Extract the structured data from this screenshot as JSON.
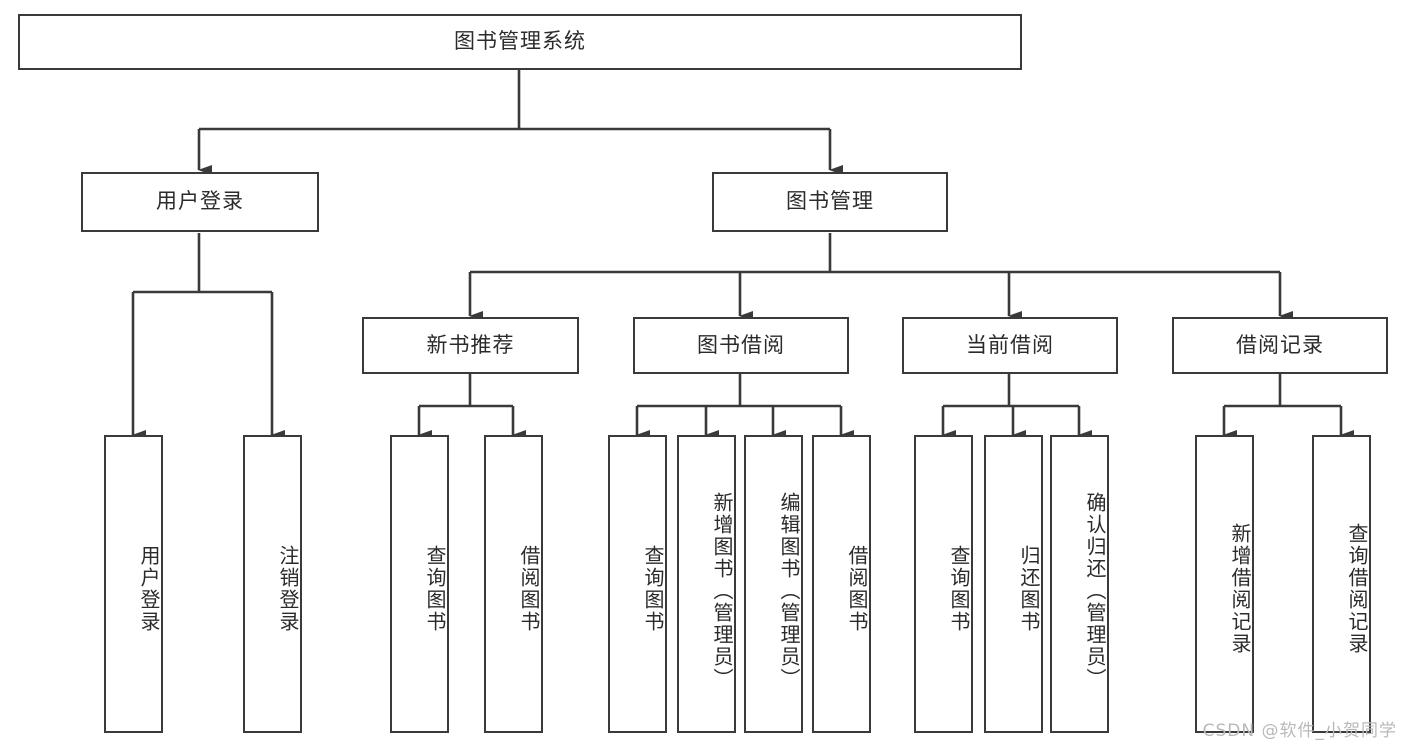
{
  "diagram": {
    "title": "图书管理系统",
    "type": "tree-hierarchy",
    "watermark": "CSDN @软件_小贺同学",
    "colors": {
      "stroke": "#3a3a3a",
      "text": "#2b2b2b",
      "background": "#ffffff",
      "watermark": "#b9b9b9"
    },
    "nodes": {
      "root": {
        "label": "图书管理系统"
      },
      "level2": [
        {
          "id": "user-login",
          "label": "用户登录"
        },
        {
          "id": "book-manage",
          "label": "图书管理"
        }
      ],
      "level3": [
        {
          "id": "new-book-recommend",
          "label": "新书推荐"
        },
        {
          "id": "book-borrow",
          "label": "图书借阅"
        },
        {
          "id": "current-borrow",
          "label": "当前借阅"
        },
        {
          "id": "borrow-record",
          "label": "借阅记录"
        }
      ],
      "leaves": {
        "user_login": [
          {
            "id": "leaf-user-login",
            "label": "用户登录"
          },
          {
            "id": "leaf-logout-login",
            "label": "注销登录"
          }
        ],
        "new_book_recommend": [
          {
            "id": "leaf-query-book-1",
            "label": "查询图书"
          },
          {
            "id": "leaf-borrow-book-1",
            "label": "借阅图书"
          }
        ],
        "book_borrow": [
          {
            "id": "leaf-query-book-2",
            "label": "查询图书"
          },
          {
            "id": "leaf-add-book",
            "label": "新增图书（管理员）"
          },
          {
            "id": "leaf-edit-book",
            "label": "编辑图书（管理员）"
          },
          {
            "id": "leaf-borrow-book-2",
            "label": "借阅图书"
          }
        ],
        "current_borrow": [
          {
            "id": "leaf-query-book-3",
            "label": "查询图书"
          },
          {
            "id": "leaf-return-book",
            "label": "归还图书"
          },
          {
            "id": "leaf-confirm-return",
            "label": "确认归还（管理员）"
          }
        ],
        "borrow_record": [
          {
            "id": "leaf-add-record",
            "label": "新增借阅记录"
          },
          {
            "id": "leaf-query-record",
            "label": "查询借阅记录"
          }
        ]
      }
    },
    "edges": [
      {
        "from": "root",
        "to": "user-login"
      },
      {
        "from": "root",
        "to": "book-manage"
      },
      {
        "from": "user-login",
        "to": "leaf-user-login"
      },
      {
        "from": "user-login",
        "to": "leaf-logout-login"
      },
      {
        "from": "book-manage",
        "to": "new-book-recommend"
      },
      {
        "from": "book-manage",
        "to": "book-borrow"
      },
      {
        "from": "book-manage",
        "to": "current-borrow"
      },
      {
        "from": "book-manage",
        "to": "borrow-record"
      },
      {
        "from": "new-book-recommend",
        "to": "leaf-query-book-1"
      },
      {
        "from": "new-book-recommend",
        "to": "leaf-borrow-book-1"
      },
      {
        "from": "book-borrow",
        "to": "leaf-query-book-2"
      },
      {
        "from": "book-borrow",
        "to": "leaf-add-book"
      },
      {
        "from": "book-borrow",
        "to": "leaf-edit-book"
      },
      {
        "from": "book-borrow",
        "to": "leaf-borrow-book-2"
      },
      {
        "from": "current-borrow",
        "to": "leaf-query-book-3"
      },
      {
        "from": "current-borrow",
        "to": "leaf-return-book"
      },
      {
        "from": "current-borrow",
        "to": "leaf-confirm-return"
      },
      {
        "from": "borrow-record",
        "to": "leaf-add-record"
      },
      {
        "from": "borrow-record",
        "to": "leaf-query-record"
      }
    ]
  }
}
